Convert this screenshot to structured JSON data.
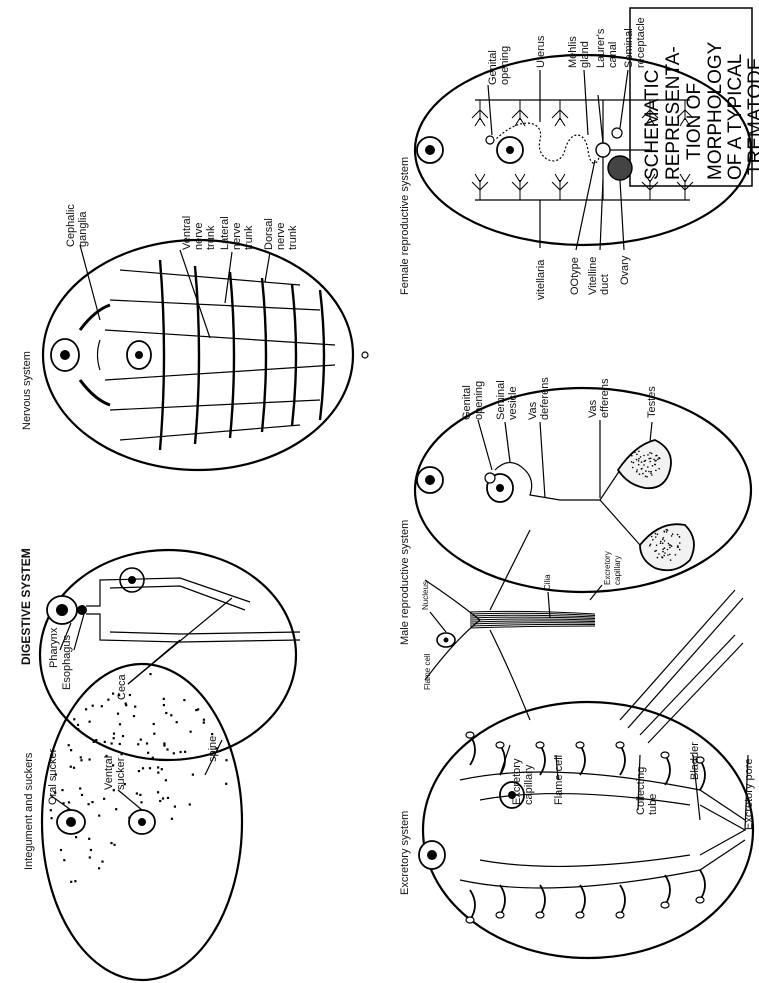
{
  "title_box": {
    "lines": [
      "SCHEMATIC",
      "REPRESENTA-",
      "TION OF",
      "MORPHOLOGY",
      "OF A TYPICAL",
      "TREMATODE"
    ]
  },
  "panels": {
    "integument": {
      "heading": "Integument and suckers",
      "labels": {
        "oral_sucker": "Oral sucker",
        "ventral_sucker": [
          "Ventral",
          "sucker"
        ],
        "spine": "spine"
      }
    },
    "digestive": {
      "heading": "DIGESTIVE SYSTEM",
      "labels": {
        "pharynx": "Pharynx",
        "esophagus": "Esophagus",
        "ceca": "Ceca"
      }
    },
    "nervous": {
      "heading": "Nervous system",
      "labels": {
        "cephalic": [
          "Cephalic",
          "ganglia"
        ],
        "ventral": [
          "Ventral",
          "nerve",
          "trunk"
        ],
        "lateral": [
          "Lateral",
          "nerve",
          "trunk"
        ],
        "dorsal": [
          "Dorsal",
          "nerve",
          "trunk"
        ]
      }
    },
    "excretory": {
      "heading": "Excretory system",
      "labels": {
        "capillary": [
          "Excretory",
          "capillary"
        ],
        "flame_cell": "Flame cell",
        "collecting": [
          "Collecting",
          "tube"
        ],
        "bladder": "Bladder",
        "pore": "Excretory pore"
      }
    },
    "flame_cell": {
      "labels": {
        "flame_cell": "Flame cell",
        "nucleus": "Nucleus",
        "cilia": "Cilia",
        "capillary": [
          "Excretory",
          "capillary"
        ]
      }
    },
    "male": {
      "heading": "Male reproductive system",
      "labels": {
        "genital": [
          "Genital",
          "opening"
        ],
        "vesicle": [
          "Seminal",
          "vesicle"
        ],
        "deferens": [
          "Vas",
          "deferens"
        ],
        "efferens": [
          "Vas",
          "efferens"
        ],
        "testes": "Testes"
      }
    },
    "female": {
      "heading": "Female reproductive system",
      "labels": {
        "genital": [
          "Genital",
          "opening"
        ],
        "uterus": "Uterus",
        "mehlis": [
          "Mehlis",
          "gland"
        ],
        "laurer": [
          "Laurer's",
          "canal"
        ],
        "receptacle": [
          "Seminal",
          "receptacle"
        ],
        "vitellaria": "vitellaria",
        "ootype": "OOtype",
        "vitelline": [
          "Vitelline",
          "duct"
        ],
        "ovary": "Ovary"
      }
    }
  }
}
